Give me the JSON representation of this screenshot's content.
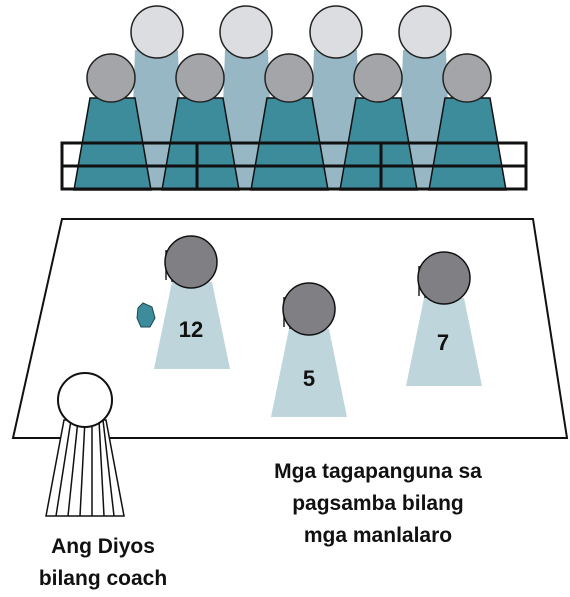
{
  "player_numbers": [
    "12",
    "5",
    "7"
  ],
  "coach_caption": [
    "Ang Diyos",
    "bilang coach"
  ],
  "players_caption": [
    "Mga tagapanguna sa",
    "pagsamba bilang",
    "mga manlalaro"
  ],
  "colors": {
    "crowd_body_dark": "#3d8c9c",
    "crowd_body_light": "#98b7c4",
    "head_light": "#dcdde0",
    "head_mid": "#a4a5a8",
    "player_head": "#808084",
    "player_body": "#bed5dc",
    "ball": "#3d8c9c",
    "outline": "#111111"
  }
}
